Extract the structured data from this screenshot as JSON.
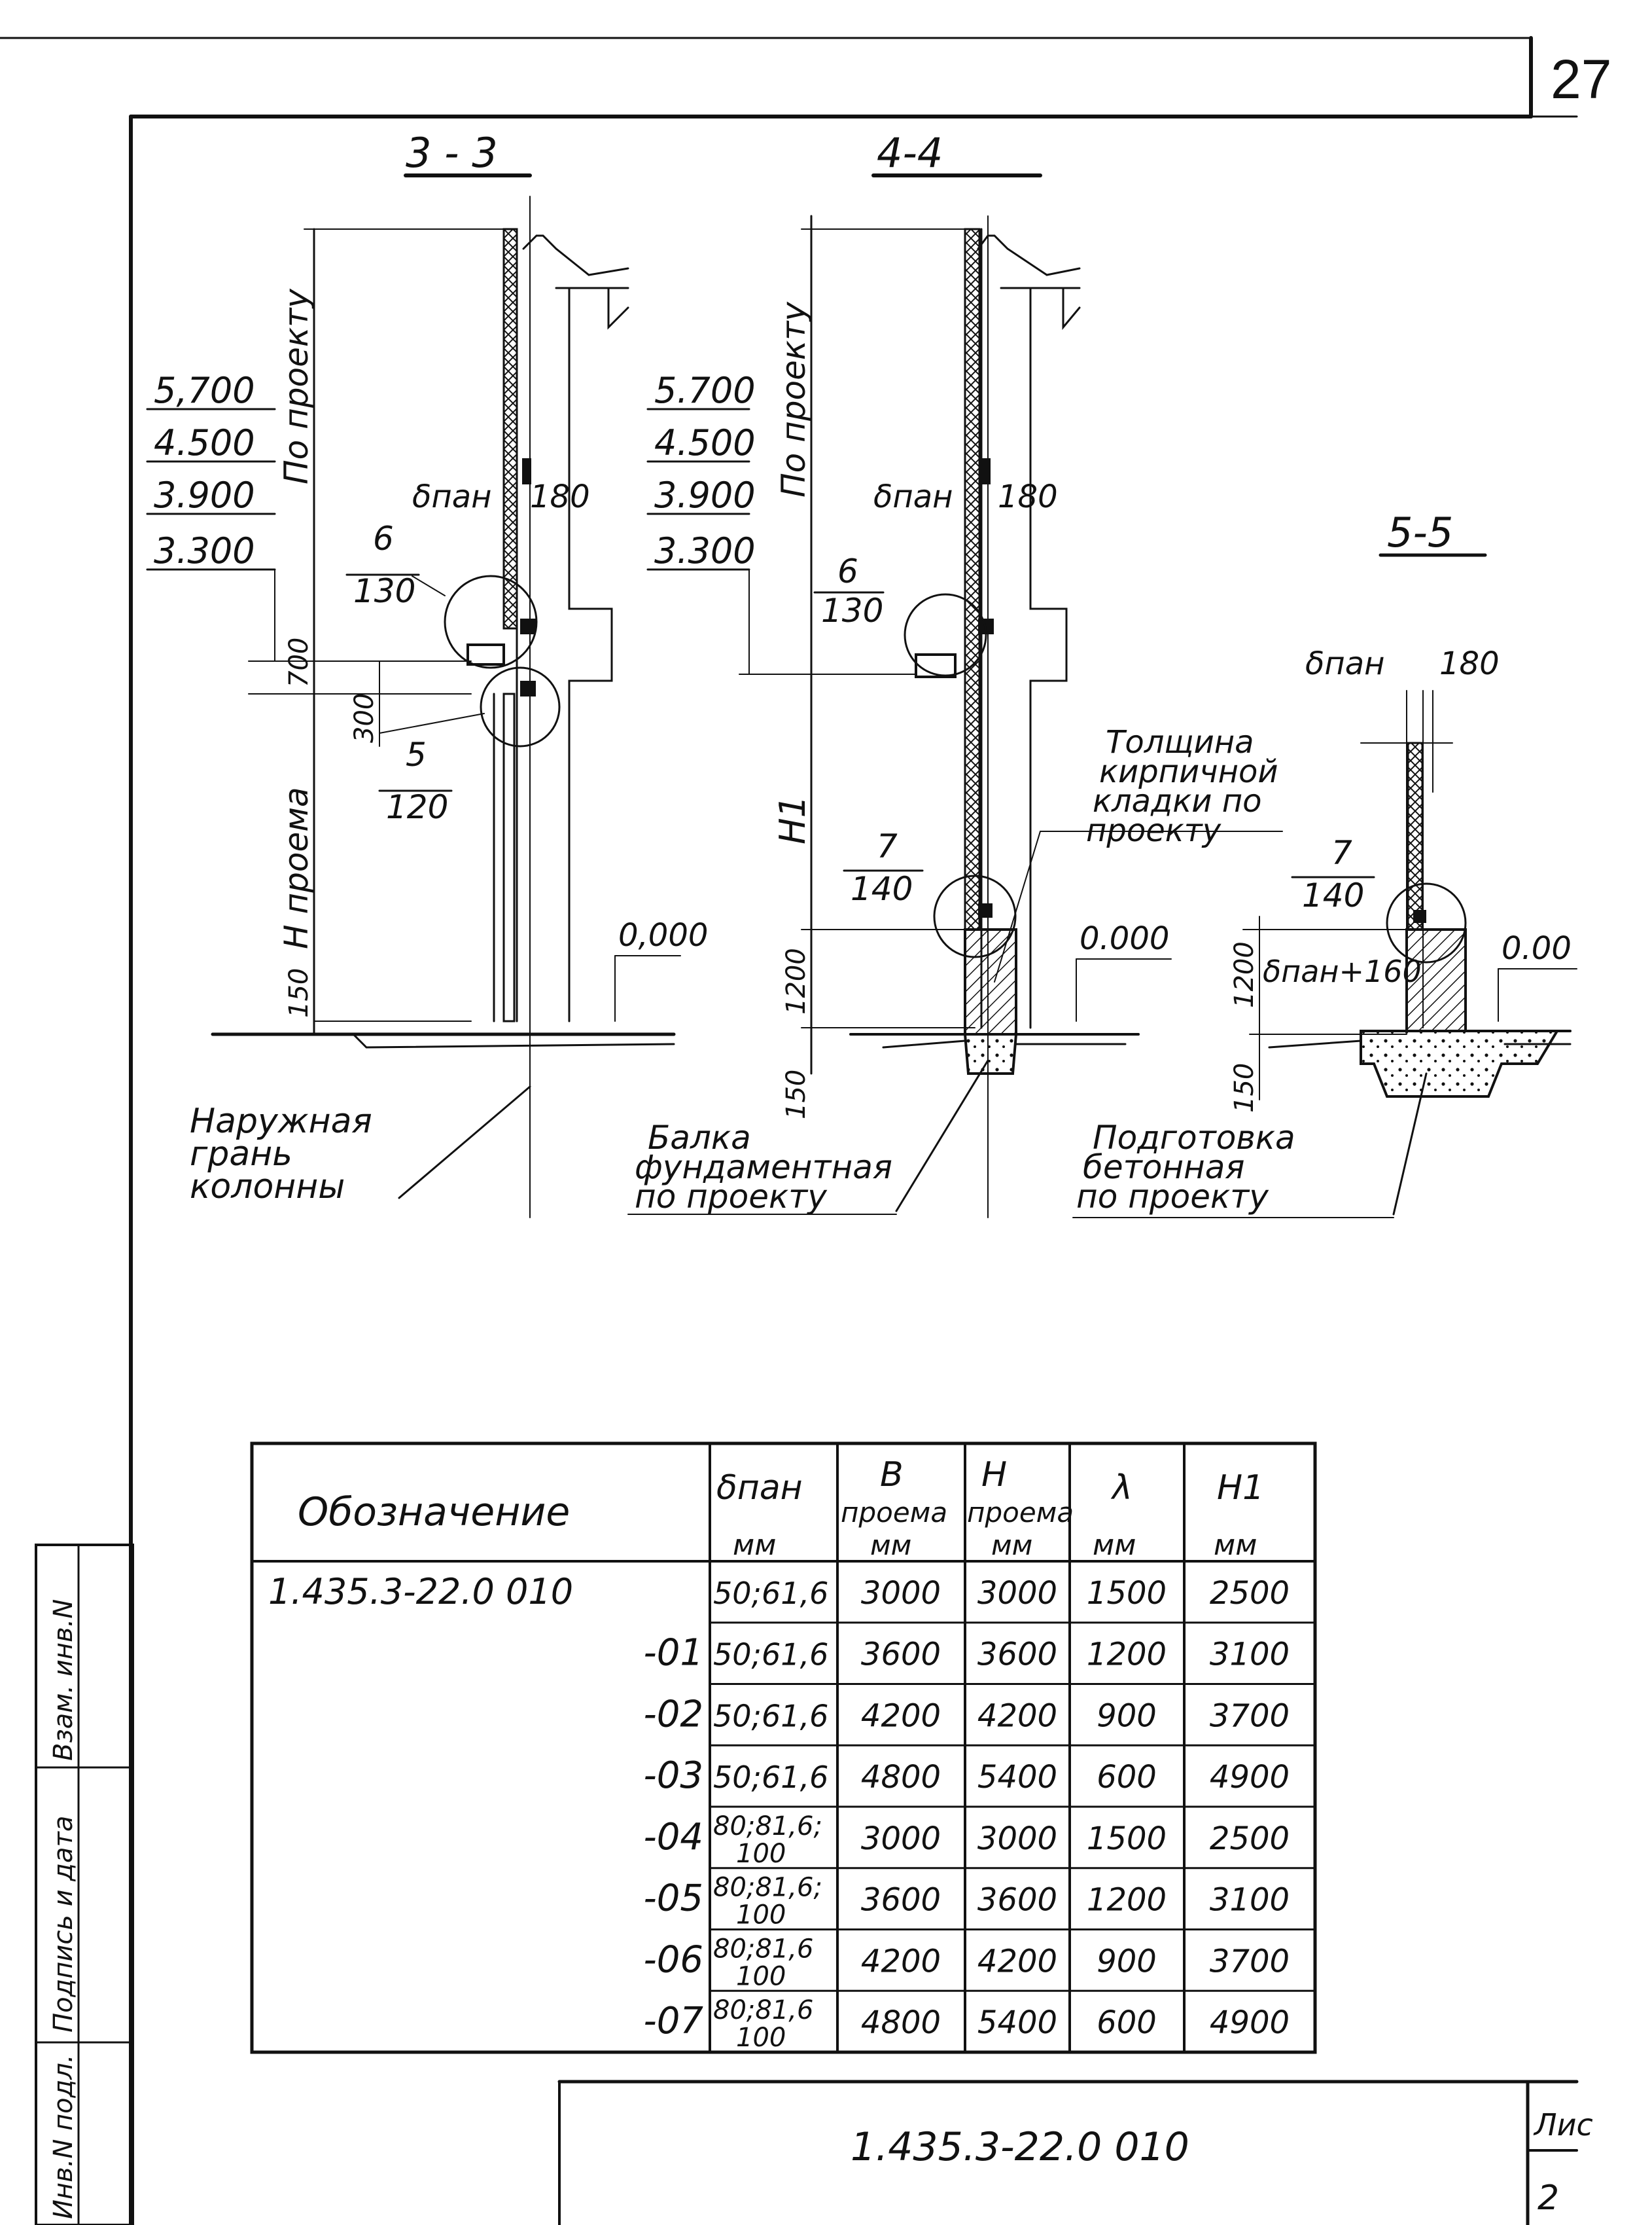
{
  "sheet": {
    "page_number": "27",
    "title_block_code": "1.435.3-22.0 010",
    "title_block_sheet_label": "Лис",
    "title_block_sheet_number": "2"
  },
  "side_stamp": [
    "Инв.N подл.",
    "Подпись и дата",
    "Взам. инв.N"
  ],
  "sections": {
    "s33": {
      "title": "3 - 3",
      "levels": [
        "5,700",
        "4.500",
        "3.900",
        "3.300"
      ],
      "dim_po_proektu": "По проекту",
      "dim_700": "700",
      "dim_300": "300",
      "dim_h_proema": "H проема",
      "dim_150": "150",
      "delta_pan": "δпан",
      "dim_180": "180",
      "node_6_num": "6",
      "node_6_sheet": "130",
      "node_5_num": "5",
      "node_5_sheet": "120",
      "level_zero": "0,000",
      "note": [
        "Наружная",
        "грань",
        "колонны"
      ]
    },
    "s44": {
      "title": "4-4",
      "levels": [
        "5.700",
        "4.500",
        "3.900",
        "3.300"
      ],
      "dim_po_proektu": "По проекту",
      "dim_h1": "H1",
      "dim_1200": "1200",
      "dim_150": "150",
      "delta_pan": "δпан",
      "dim_180": "180",
      "node_6_num": "6",
      "node_6_sheet": "130",
      "node_7_num": "7",
      "node_7_sheet": "140",
      "level_zero": "0.000",
      "note_brick": [
        "Толщина",
        "кирпичной",
        "кладки по",
        "проекту"
      ],
      "note_beam": [
        "Балка",
        "фундаментная",
        "по проекту"
      ]
    },
    "s55": {
      "title": "5-5",
      "delta_pan": "δпан",
      "dim_180": "180",
      "node_7_num": "7",
      "node_7_sheet": "140",
      "dim_1200": "1200",
      "dim_150": "150",
      "delta_pan_plus": "δпан+160",
      "level_zero": "0.00",
      "note_concrete": [
        "Подготовка",
        "бетонная",
        "по проекту"
      ]
    }
  },
  "table": {
    "headers": [
      [
        "Обозначение"
      ],
      [
        "δпан",
        "мм"
      ],
      [
        "B",
        "проема",
        "мм"
      ],
      [
        "H",
        "проема",
        "мм"
      ],
      [
        "λ",
        "мм"
      ],
      [
        "H1",
        "мм"
      ]
    ],
    "rows": [
      {
        "designation": "1.435.3-22.0 010",
        "delta": [
          "50;61,6"
        ],
        "b": "3000",
        "h": "3000",
        "l": "1500",
        "h1": "2500"
      },
      {
        "designation": "-01",
        "delta": [
          "50;61,6"
        ],
        "b": "3600",
        "h": "3600",
        "l": "1200",
        "h1": "3100"
      },
      {
        "designation": "-02",
        "delta": [
          "50;61,6"
        ],
        "b": "4200",
        "h": "4200",
        "l": "900",
        "h1": "3700"
      },
      {
        "designation": "-03",
        "delta": [
          "50;61,6"
        ],
        "b": "4800",
        "h": "5400",
        "l": "600",
        "h1": "4900"
      },
      {
        "designation": "-04",
        "delta": [
          "80;81,6;",
          "100"
        ],
        "b": "3000",
        "h": "3000",
        "l": "1500",
        "h1": "2500"
      },
      {
        "designation": "-05",
        "delta": [
          "80;81,6;",
          "100"
        ],
        "b": "3600",
        "h": "3600",
        "l": "1200",
        "h1": "3100"
      },
      {
        "designation": "-06",
        "delta": [
          "80;81,6",
          "100"
        ],
        "b": "4200",
        "h": "4200",
        "l": "900",
        "h1": "3700"
      },
      {
        "designation": "-07",
        "delta": [
          "80;81,6",
          "100"
        ],
        "b": "4800",
        "h": "5400",
        "l": "600",
        "h1": "4900"
      }
    ]
  }
}
